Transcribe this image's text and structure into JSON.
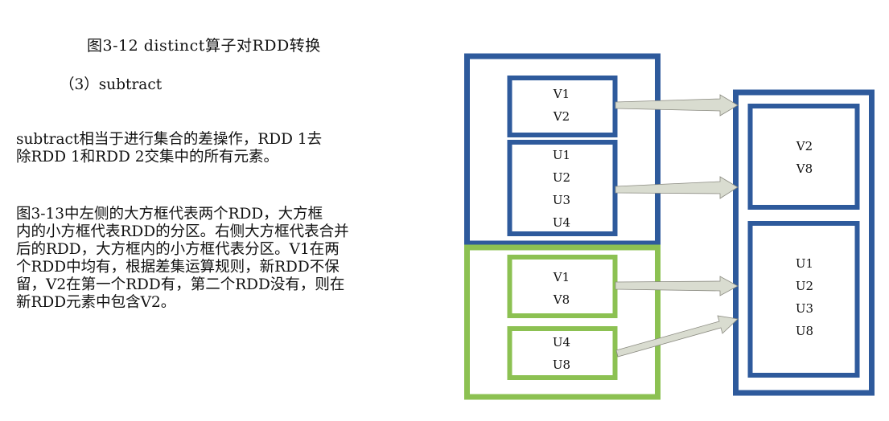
{
  "caption": "图3-12  distinct算子对RDD转换",
  "subheading": "（3）subtract",
  "paragraph1": [
    "    subtract相当于进行集合的差操作，RDD 1去",
    "除RDD 1和RDD 2交集中的所有元素。"
  ],
  "paragraph2": [
    "    图3-13中左侧的大方框代表两个RDD，大方框",
    "内的小方框代表RDD的分区。右侧大方框代表合并",
    "后的RDD，大方框内的小方框代表分区。V1在两",
    "个RDD中均有，根据差集运算规则，新RDD不保",
    "留，V2在第一个RDD有，第二个RDD没有，则在",
    "新RDD元素中包含V2。"
  ],
  "diagram": {
    "colors": {
      "rdd1": "#2e5a9c",
      "rdd2": "#8cc152",
      "result": "#2e5a9c",
      "arrow": "#d4d8c8"
    },
    "rdd1_partitions": [
      {
        "items": [
          "V1",
          "V2"
        ]
      },
      {
        "items": [
          "U1",
          "U2",
          "U3",
          "U4"
        ]
      }
    ],
    "rdd2_partitions": [
      {
        "items": [
          "V1",
          "V8"
        ]
      },
      {
        "items": [
          "U4",
          "U8"
        ]
      }
    ],
    "result_partitions": [
      {
        "items": [
          "V2",
          "V8"
        ]
      },
      {
        "items": [
          "U1",
          "U2",
          "U3",
          "U8"
        ]
      }
    ]
  }
}
